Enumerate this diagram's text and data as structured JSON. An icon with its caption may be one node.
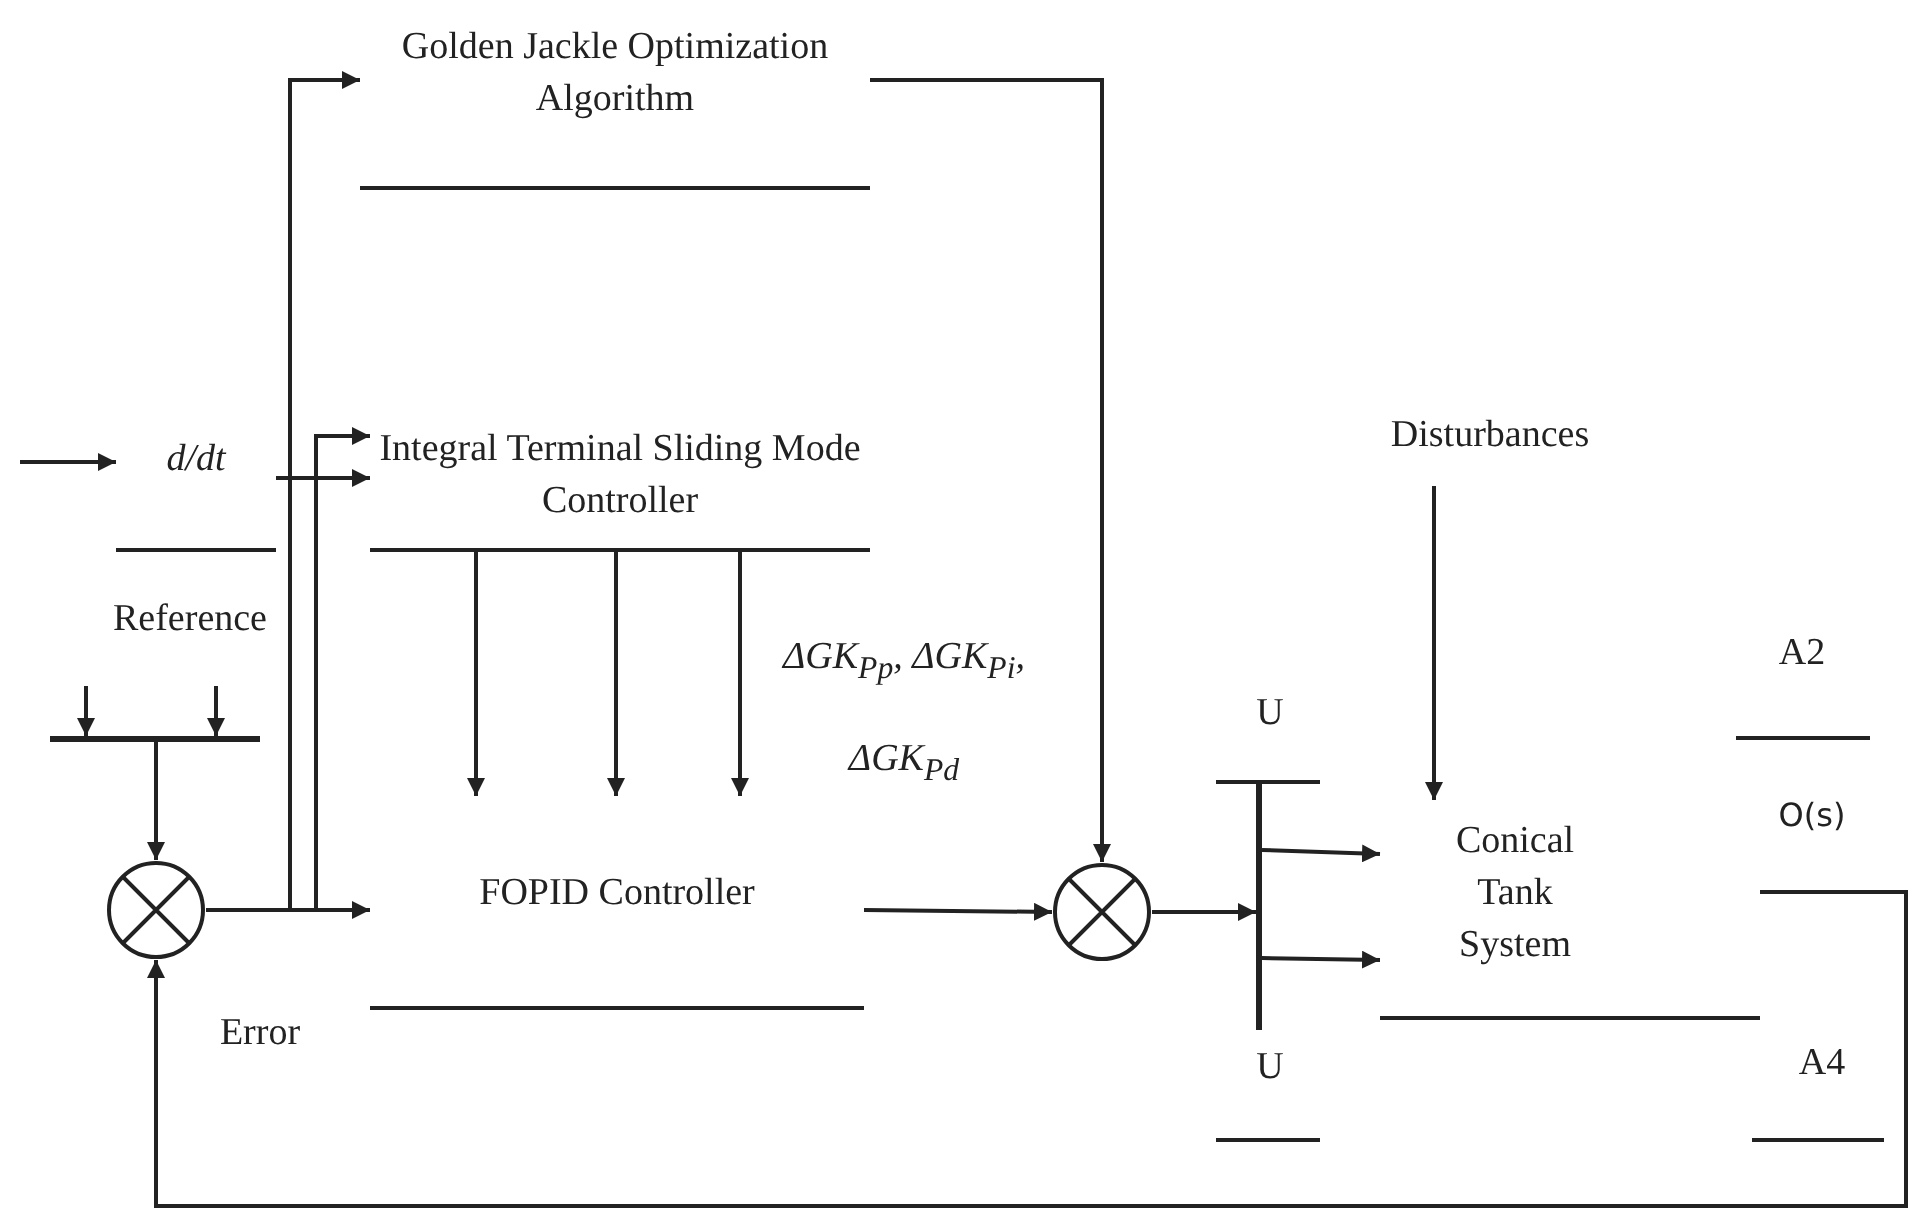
{
  "diagram": {
    "nodes": [
      {
        "text": [
          "Golden Jackle Optimization Algorithm"
        ]
      },
      {
        "text": [
          "d/dt"
        ]
      },
      {
        "text": [
          "Integral Terminal Sliding Mode Controller"
        ]
      },
      {
        "text": [
          "FOPID Controller"
        ]
      },
      {
        "text": [
          "Disturbances"
        ]
      },
      {
        "text": [],
        "shape": "bar"
      },
      {
        "text": [],
        "shape": "circle"
      },
      {
        "text": [],
        "shape": "circle"
      },
      {
        "text": [],
        "shape": "bar"
      },
      {
        "text": [
          "Conical Tank System"
        ]
      }
    ],
    "edges": [
      {
        "from": null,
        "to": 1,
        "arrow": "to"
      },
      {
        "from": 1,
        "to": 2,
        "arrow": "to"
      },
      {
        "from": null,
        "to": 5,
        "arrow": "to"
      },
      {
        "from": null,
        "to": 5,
        "arrow": "to"
      },
      {
        "from": 5,
        "to": 6,
        "arrow": "to"
      },
      {
        "from": 6,
        "to": 0,
        "arrow": "to"
      },
      {
        "from": 6,
        "to": 2,
        "arrow": "to"
      },
      {
        "from": 6,
        "to": 3,
        "arrow": "to"
      },
      {
        "from": 2,
        "to": 3,
        "arrow": "to"
      },
      {
        "from": 2,
        "to": 3,
        "arrow": "to"
      },
      {
        "from": 2,
        "to": 3,
        "arrow": "to"
      },
      {
        "from": 3,
        "to": 7,
        "arrow": "to"
      },
      {
        "from": 0,
        "to": 7,
        "arrow": "to"
      },
      {
        "from": 7,
        "to": 8,
        "arrow": "to"
      },
      {
        "from": 8,
        "to": 9,
        "arrow": "to"
      },
      {
        "from": 8,
        "to": 9,
        "arrow": "to"
      },
      {
        "from": 4,
        "to": 9,
        "arrow": "to"
      },
      {
        "from": 9,
        "to": 6,
        "arrow": "to"
      }
    ],
    "labels": [
      "A2",
      "Reference",
      "ΔGK$_{Pp}$, ΔGK$_{Pi}$, ΔGK$_{Pd}$",
      "U",
      "O(s)",
      "Error",
      "U",
      "A4"
    ]
  }
}
